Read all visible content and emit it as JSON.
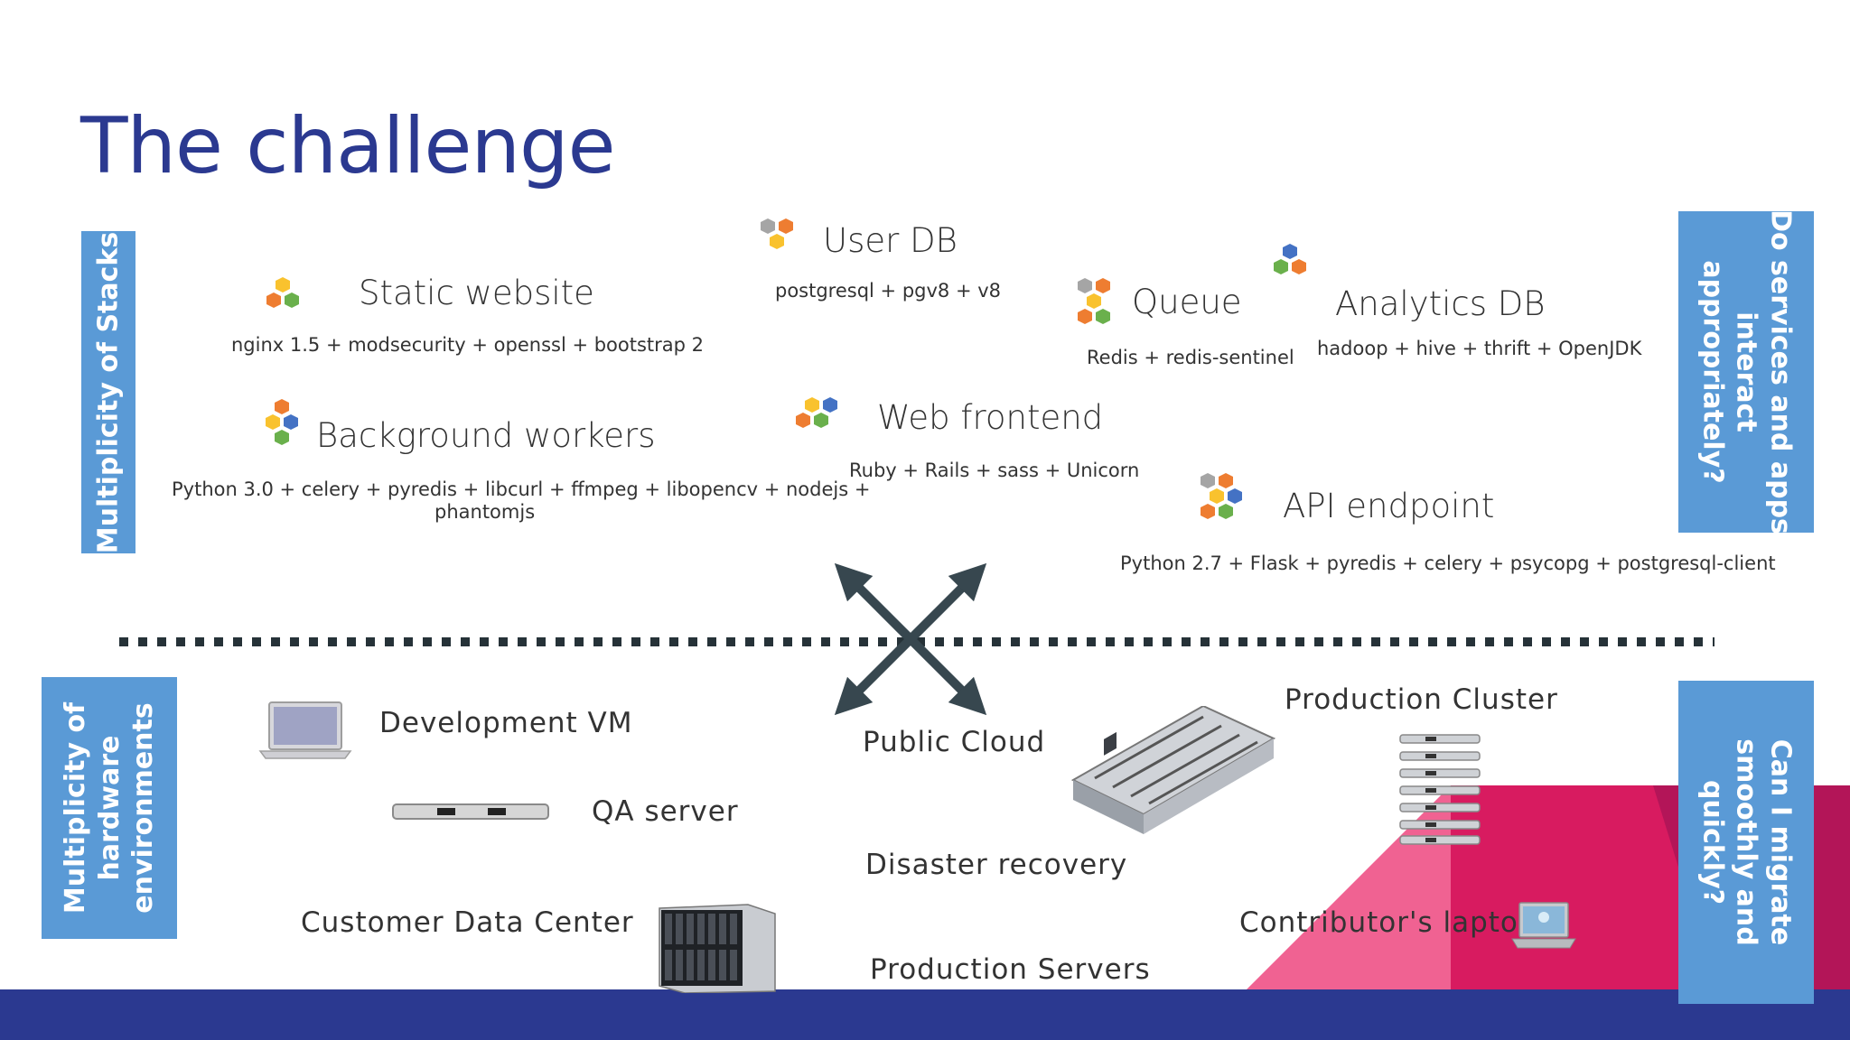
{
  "title": "The challenge",
  "side_labels": {
    "left_top": "Multiplicity of Stacks",
    "left_bottom_lines": [
      "Multiplicity of",
      "hardware",
      "environments"
    ],
    "right_top_lines": [
      "Do services and apps",
      "interact",
      "appropriately?"
    ],
    "right_bottom_lines": [
      "Can I migrate",
      "smoothly and",
      "quickly?"
    ]
  },
  "stacks": [
    {
      "id": "static-website",
      "title": "Static website",
      "sub": "nginx 1.5 + modsecurity + openssl + bootstrap 2"
    },
    {
      "id": "user-db",
      "title": "User DB",
      "sub": "postgresql + pgv8 + v8"
    },
    {
      "id": "queue",
      "title": "Queue",
      "sub": "Redis + redis-sentinel"
    },
    {
      "id": "analytics-db",
      "title": "Analytics DB",
      "sub": "hadoop + hive + thrift + OpenJDK"
    },
    {
      "id": "background-workers",
      "title": "Background workers",
      "sub_lines": [
        "Python 3.0 + celery + pyredis + libcurl + ffmpeg + libopencv + nodejs +",
        "phantomjs"
      ]
    },
    {
      "id": "web-frontend",
      "title": "Web frontend",
      "sub": "Ruby + Rails + sass + Unicorn"
    },
    {
      "id": "api-endpoint",
      "title": "API endpoint",
      "sub": "Python 2.7 + Flask + pyredis + celery + psycopg + postgresql-client"
    }
  ],
  "environments": [
    "Development VM",
    "QA server",
    "Public Cloud",
    "Production Cluster",
    "Disaster recovery",
    "Customer Data Center",
    "Contributor's laptop",
    "Production Servers"
  ],
  "colors": {
    "title": "#2b3990",
    "side_box": "#5a9ad6",
    "bottom_bar": "#2b3990",
    "hex_yellow": "#f9c22e",
    "hex_orange": "#ee7d31",
    "hex_green": "#6ab04c",
    "hex_blue": "#4472c4",
    "hex_gray": "#a5a5a5",
    "arrow": "#37474f",
    "pink_light": "#f06292",
    "pink_mid": "#d81b60",
    "pink_dark": "#ad1457"
  },
  "icons": {
    "stack": "hexagon-cluster-icon",
    "laptop": "laptop-icon",
    "rack": "rack-server-icon",
    "blade": "blade-chassis-icon",
    "cluster": "server-cluster-icon",
    "arrows": "cross-arrows-icon"
  }
}
